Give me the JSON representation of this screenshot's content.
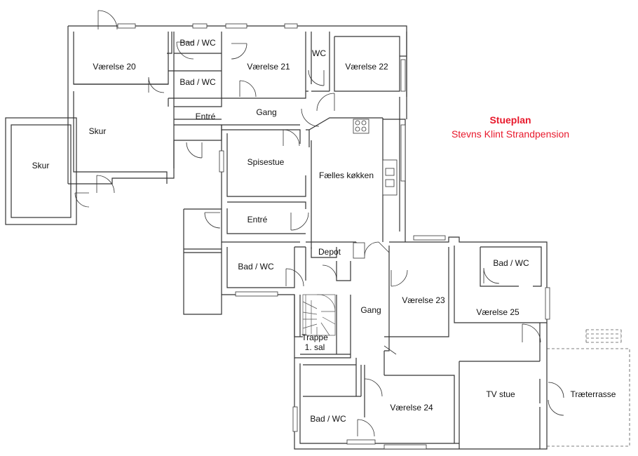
{
  "title": {
    "heading": "Stueplan",
    "subheading": "Stevns Klint Strandpension"
  },
  "rooms": {
    "vaerelse20": "Værelse 20",
    "bad_wc_1": "Bad / WC",
    "bad_wc_2": "Bad / WC",
    "vaerelse21": "Værelse 21",
    "wc": "WC",
    "vaerelse22": "Værelse 22",
    "skur_1": "Skur",
    "skur_2": "Skur",
    "entre_1": "Entré",
    "gang_1": "Gang",
    "spisestue": "Spisestue",
    "faelles_kokken": "Fælles køkken",
    "entre_2": "Entré",
    "bad_wc_3": "Bad / WC",
    "depot": "Depot",
    "vaerelse23": "Værelse 23",
    "bad_wc_4": "Bad / WC",
    "vaerelse25": "Værelse 25",
    "gang_2": "Gang",
    "trappe_line1": "Trappe",
    "trappe_line2": "1. sal",
    "vaerelse24": "Værelse 24",
    "bad_wc_5": "Bad / WC",
    "tv_stue": "TV stue",
    "traeterrasse": "Træterrasse"
  },
  "colors": {
    "accent": "#e8192c",
    "wall": "#333333",
    "text": "#111111"
  }
}
